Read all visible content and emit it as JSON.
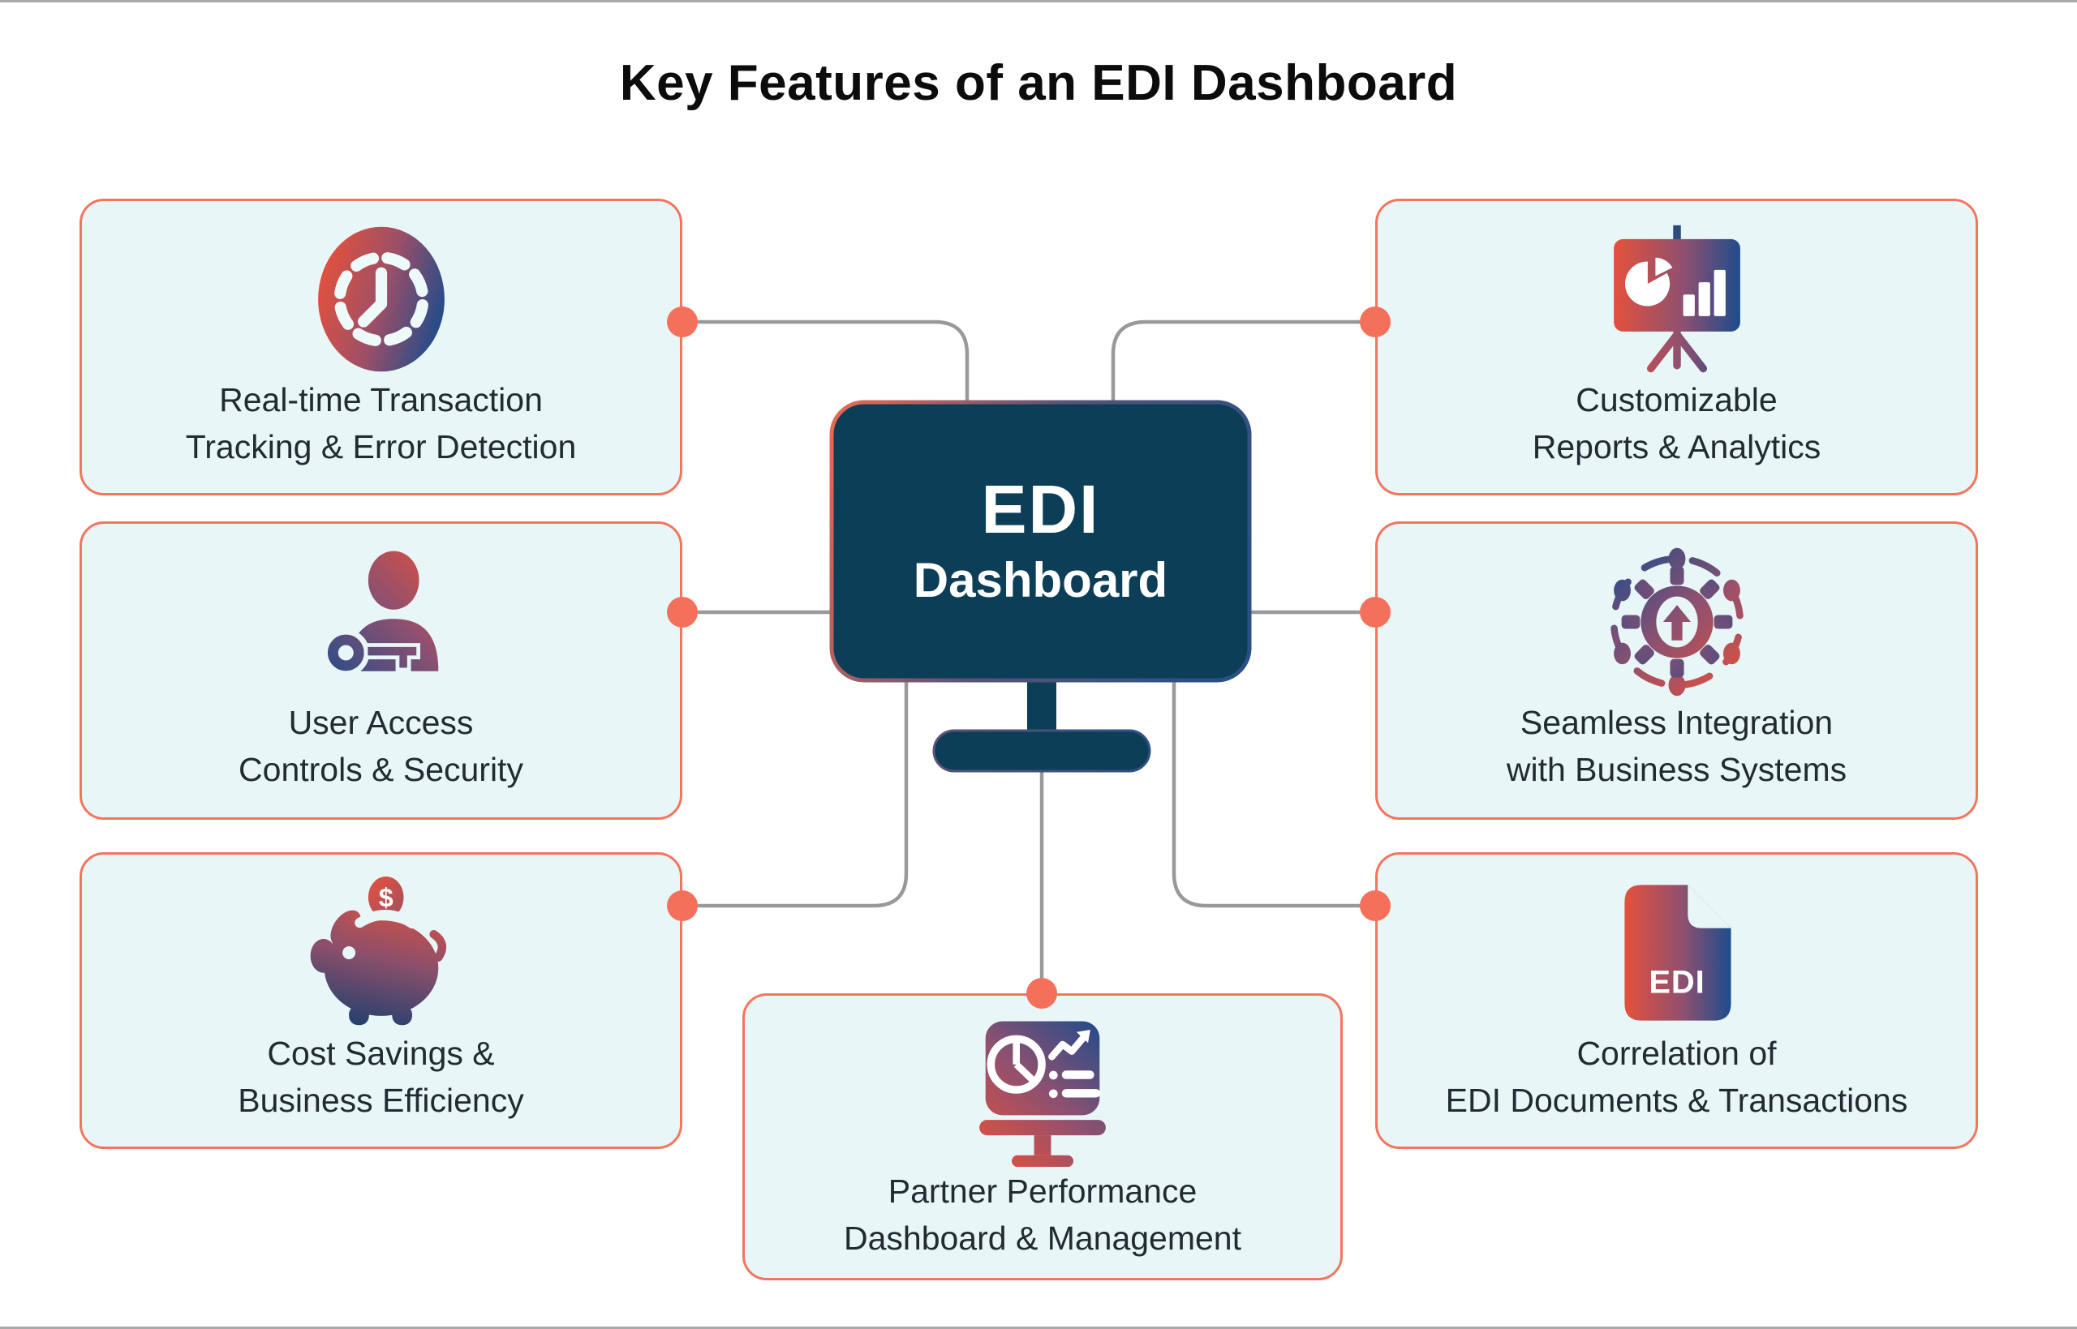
{
  "title": "Key Features of an EDI Dashboard",
  "monitor": {
    "line1": "EDI",
    "line2": "Dashboard"
  },
  "cards": [
    {
      "id": "realtime-tracking",
      "icon": "dashed-clock-icon",
      "line1": "Real-time Transaction",
      "line2": "Tracking & Error Detection"
    },
    {
      "id": "user-access",
      "icon": "user-key-icon",
      "line1": "User Access",
      "line2": "Controls & Security"
    },
    {
      "id": "cost-savings",
      "icon": "piggy-bank-icon",
      "line1": "Cost Savings &",
      "line2": "Business Efficiency"
    },
    {
      "id": "customizable-reports",
      "icon": "presentation-chart-icon",
      "line1": "Customizable",
      "line2": "Reports & Analytics"
    },
    {
      "id": "seamless-integration",
      "icon": "integration-gear-icon",
      "line1": "Seamless Integration",
      "line2": "with Business Systems"
    },
    {
      "id": "edi-correlation",
      "icon": "edi-document-icon",
      "line1": "Correlation of",
      "line2": "EDI Documents & Transactions"
    },
    {
      "id": "partner-performance",
      "icon": "analytics-monitor-icon",
      "line1": "Partner Performance",
      "line2": "Dashboard & Management"
    }
  ],
  "icon_labels": {
    "dollar_sign": "$",
    "edi_file_label": "EDI"
  },
  "colors": {
    "accent_coral": "#F4705A",
    "card_border": "#F3755E",
    "card_background": "#E9F6F8",
    "connector_gray": "#999999",
    "monitor_navy": "#0D3E58",
    "icon_gradient_coral": "#E4513C",
    "icon_gradient_blue": "#1D4C8C",
    "title_text": "#0C0C0C",
    "card_text": "#222B31"
  }
}
